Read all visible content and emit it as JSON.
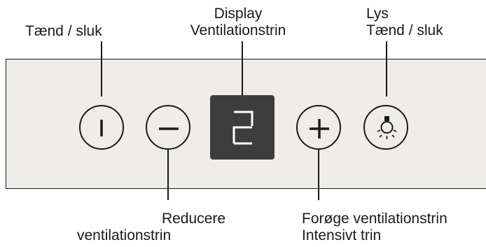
{
  "labels": {
    "power": "Tænd / sluk",
    "display_line1": "Display",
    "display_line2": "Ventilationstrin",
    "light_line1": "Lys",
    "light_line2": "Tænd / sluk",
    "reduce_line1": "Reducere",
    "reduce_line2": "ventilationstrin",
    "increase_line1": "Forøge ventilationstrin",
    "increase_line2": "Intensivt trin"
  },
  "display": {
    "value": "2"
  },
  "icons": {
    "power": "power-icon",
    "minus": "minus-icon",
    "plus": "plus-icon",
    "light": "light-bulb-icon"
  }
}
